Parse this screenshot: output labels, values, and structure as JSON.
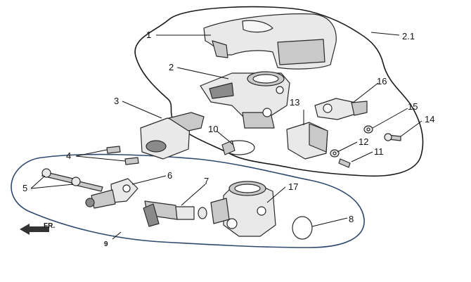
{
  "diagram": {
    "groups": [
      {
        "id": "group-2-1",
        "label": "2.1"
      },
      {
        "id": "group-9",
        "label": "9"
      }
    ],
    "callouts": [
      {
        "id": "1",
        "label": "1"
      },
      {
        "id": "2",
        "label": "2"
      },
      {
        "id": "3",
        "label": "3"
      },
      {
        "id": "4",
        "label": "4"
      },
      {
        "id": "5",
        "label": "5"
      },
      {
        "id": "6",
        "label": "6"
      },
      {
        "id": "7",
        "label": "7"
      },
      {
        "id": "8",
        "label": "8"
      },
      {
        "id": "10",
        "label": "10"
      },
      {
        "id": "11",
        "label": "11"
      },
      {
        "id": "12",
        "label": "12"
      },
      {
        "id": "13",
        "label": "13"
      },
      {
        "id": "14",
        "label": "14"
      },
      {
        "id": "15",
        "label": "15"
      },
      {
        "id": "16",
        "label": "16"
      },
      {
        "id": "17",
        "label": "17"
      }
    ],
    "direction_marker": {
      "label": "FR."
    }
  }
}
